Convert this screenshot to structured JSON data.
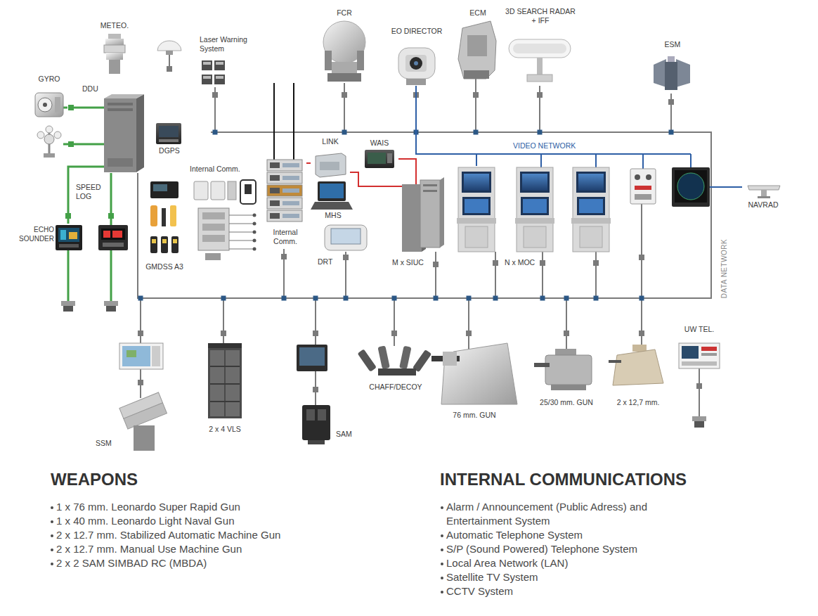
{
  "diagram": {
    "nodes": [
      {
        "text": [
          "METEO."
        ]
      },
      {
        "text": [
          "GYRO"
        ]
      },
      {
        "text": [
          "DDU"
        ]
      },
      {
        "text": [
          "Laser Warning System"
        ]
      },
      {
        "text": [
          "DGPS"
        ]
      },
      {
        "text": [
          "FCR"
        ]
      },
      {
        "text": [
          "EO DIRECTOR"
        ]
      },
      {
        "text": [
          "ECM"
        ]
      },
      {
        "text": [
          "3D SEARCH RADAR + IFF"
        ]
      },
      {
        "text": [
          "ESM"
        ]
      },
      {
        "text": [
          "LINK"
        ]
      },
      {
        "text": [
          "WAIS"
        ]
      },
      {
        "text": [
          "Internal Comm."
        ]
      },
      {
        "text": [
          "Internal Comm."
        ]
      },
      {
        "text": [
          "MHS"
        ]
      },
      {
        "text": [
          "M x SIUC"
        ]
      },
      {
        "text": [
          "N x MOC"
        ]
      },
      {
        "text": [
          "NAVRAD"
        ]
      },
      {
        "text": [
          "SPEED LOG"
        ]
      },
      {
        "text": [
          "GMDSS A3"
        ]
      },
      {
        "text": [
          "ECHO SOUNDER"
        ]
      },
      {
        "text": [
          "DRT"
        ]
      },
      {
        "text": [
          "UW TEL."
        ]
      },
      {
        "text": [
          "SSM"
        ]
      },
      {
        "text": [
          "2 x 4 VLS"
        ]
      },
      {
        "text": [
          "SAM"
        ]
      },
      {
        "text": [
          "CHAFF/DECOY"
        ]
      },
      {
        "text": [
          "76 mm. GUN"
        ]
      },
      {
        "text": [
          "25/30 mm. GUN"
        ]
      },
      {
        "text": [
          "2 x 12,7 mm."
        ]
      }
    ],
    "edges": [
      {
        "from": 1,
        "to": 2,
        "arrow": "none"
      },
      {
        "from": 2,
        "to": 20,
        "arrow": "none"
      },
      {
        "from": 2,
        "to": 18,
        "arrow": "none"
      },
      {
        "from": 13,
        "to": 10,
        "arrow": "none"
      },
      {
        "from": 10,
        "to": 15,
        "arrow": "none"
      },
      {
        "from": 11,
        "to": 15,
        "arrow": "none"
      },
      {
        "from": 6,
        "to": 16,
        "arrow": "none"
      }
    ],
    "labels": [
      "VIDEO NETWORK",
      "DATA NETWORK",
      "WEAPONS",
      "1 x 76 mm. Leonardo Super Rapid Gun",
      "1 x 40 mm. Leonardo Light Naval Gun",
      "2 x 12.7 mm. Stabilized Automatic Machine Gun",
      "2 x 12.7 mm. Manual Use Machine Gun",
      "2 x 2 SAM SIMBAD RC (MBDA)",
      "INTERNAL COMMUNICATIONS",
      "Alarm / Announcement (Public Adress) and Entertainment System",
      "Automatic Telephone System",
      "S/P (Sound Powered) Telephone System",
      "Local Area Network (LAN)",
      "Satellite TV System",
      "CCTV System"
    ]
  }
}
